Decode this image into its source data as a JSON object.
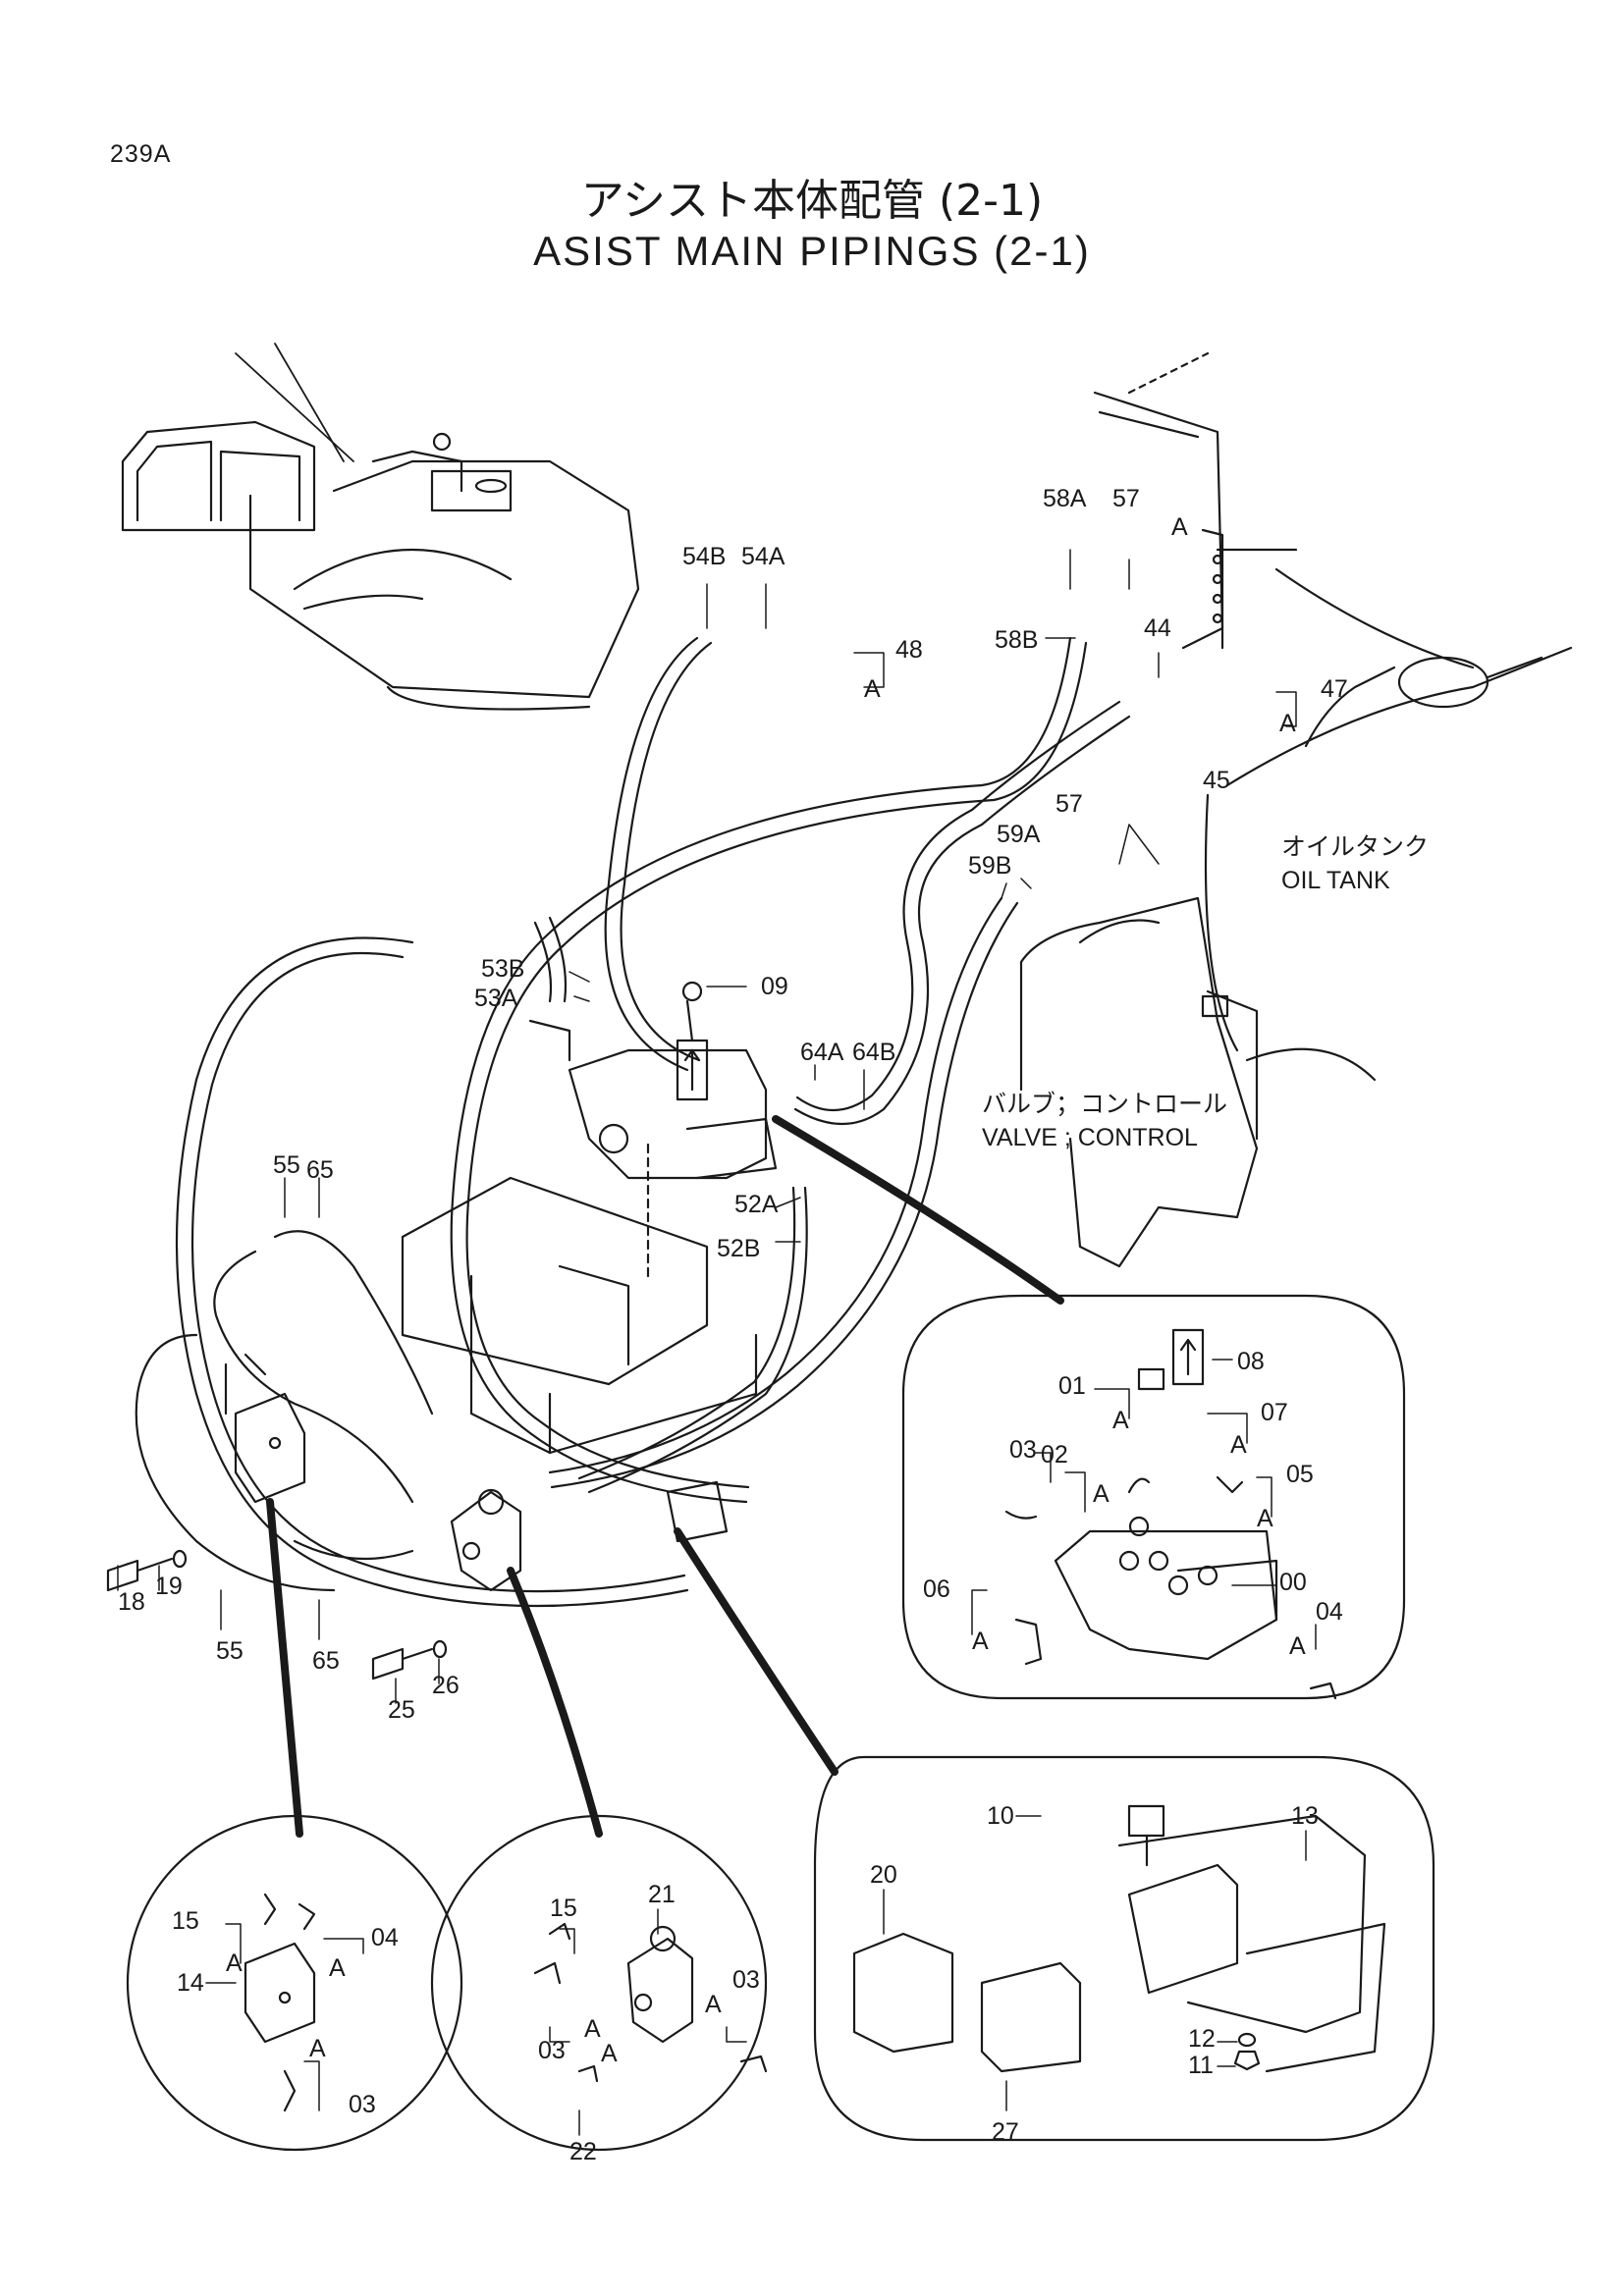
{
  "page_code": "239A",
  "title_jp": "アシスト本体配管 (2-1)",
  "title_en": "ASIST MAIN PIPINGS (2-1)",
  "areas": {
    "oil_tank_jp": "オイルタンク",
    "oil_tank_en": "OIL TANK",
    "control_valve_jp": "バルブ；コントロール",
    "control_valve_en": "VALVE ; CONTROL"
  },
  "main_labels": [
    "58A",
    "57",
    "54B",
    "54A",
    "48",
    "58B",
    "44",
    "47",
    "45",
    "57",
    "59A",
    "59B",
    "53B",
    "53A",
    "09",
    "64A",
    "64B",
    "52A",
    "52B",
    "55",
    "65",
    "18",
    "19",
    "55",
    "65",
    "25",
    "26",
    "A",
    "A",
    "A"
  ],
  "detail_valve_labels": [
    "08",
    "01",
    "07",
    "03",
    "02",
    "05",
    "A",
    "A",
    "A",
    "A",
    "06",
    "A",
    "00",
    "04",
    "A"
  ],
  "detail_block14_labels": [
    "15",
    "04",
    "A",
    "A",
    "14",
    "A",
    "03"
  ],
  "detail_valve21_labels": [
    "15",
    "21",
    "A",
    "03",
    "03",
    "A",
    "A",
    "22"
  ],
  "detail_bracket_labels": [
    "10",
    "13",
    "20",
    "12",
    "11",
    "27"
  ]
}
